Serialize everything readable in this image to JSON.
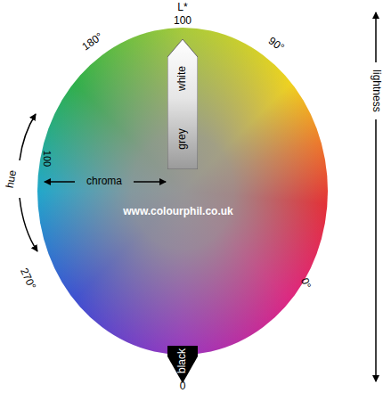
{
  "diagram": {
    "nodes": [
      {
        "text": [
          "white",
          "grey"
        ]
      },
      {
        "text": [
          "black"
        ]
      }
    ],
    "labels": [
      "L*",
      "100",
      "180°",
      "90°",
      "100",
      "chroma",
      "0",
      "hue",
      "www.colourphil.co.uk",
      "270°",
      "0°",
      "0",
      "lightness"
    ]
  }
}
